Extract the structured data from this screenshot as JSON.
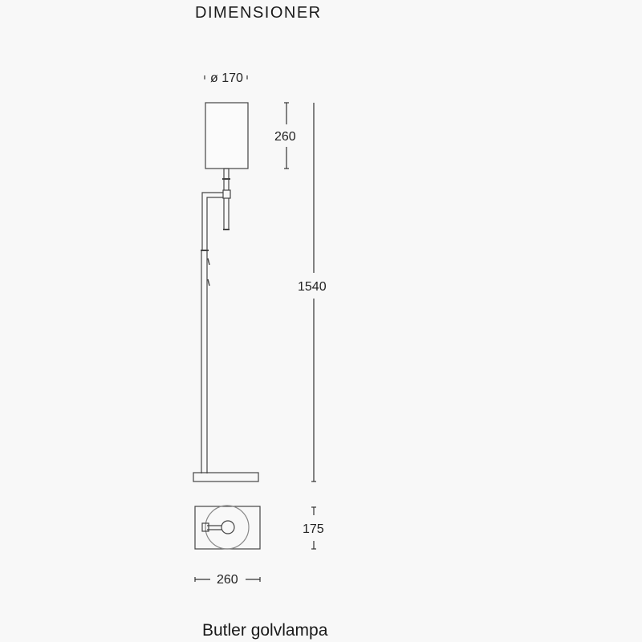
{
  "title": "DIMENSIONER",
  "caption": "Butler golvlampa",
  "dimensions": {
    "shade_diameter": "ø 170",
    "shade_height": "260",
    "total_height": "1540",
    "base_depth": "175",
    "base_width": "260"
  },
  "colors": {
    "line": "#333333",
    "background": "#f8f8f8"
  }
}
